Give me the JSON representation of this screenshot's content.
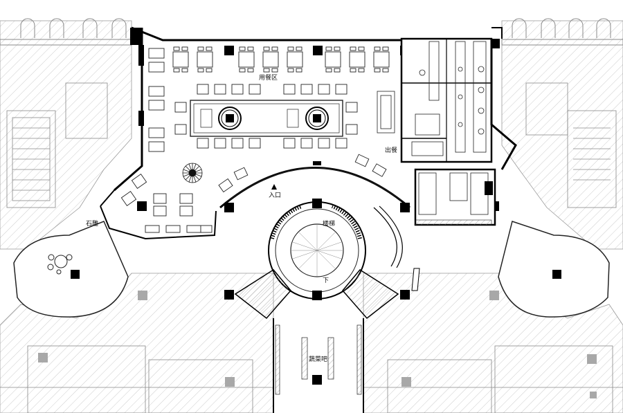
{
  "labels": {
    "dining_area": "用餐区",
    "serving_out": "出餐",
    "entrance": "入口",
    "stairs": "楼梯",
    "down": "下",
    "salad_bar": "蔬菜吧",
    "stone_sculpture": "石雕"
  },
  "colors": {
    "line": "#1a1a1a",
    "wall": "#000000",
    "hatch": "#bdbdbd",
    "grey_column": "#a8a8a8"
  }
}
